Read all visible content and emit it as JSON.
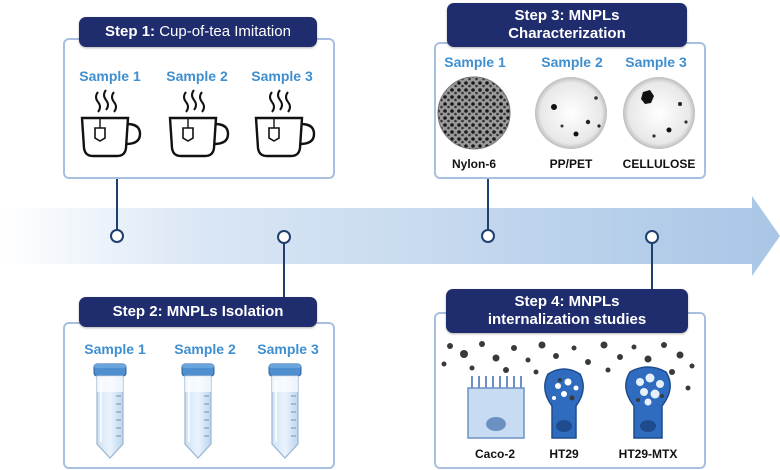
{
  "step1": {
    "title_bold": "Step 1:",
    "title_rest": " Cup-of-tea Imitation",
    "samples": [
      "Sample 1",
      "Sample 2",
      "Sample 3"
    ]
  },
  "step2": {
    "title": "Step 2: MNPLs Isolation",
    "samples": [
      "Sample 1",
      "Sample 2",
      "Sample 3"
    ]
  },
  "step3": {
    "title_line1": "Step 3: MNPLs",
    "title_line2": "Characterization",
    "samples": [
      "Sample 1",
      "Sample 2",
      "Sample 3"
    ],
    "materials": [
      "Nylon-6",
      "PP/PET",
      "CELLULOSE"
    ]
  },
  "step4": {
    "title_line1": "Step 4: MNPLs",
    "title_line2": "internalization studies",
    "cells": [
      "Caco-2",
      "HT29",
      "HT29-MTX"
    ]
  },
  "colors": {
    "title_bg": "#1f2d6e",
    "sample_label": "#3f8fd0",
    "panel_border": "#a9bfe0",
    "arrow": "#b9d0ea",
    "tube_cap": "#4f8fd0",
    "cell": "#2f6cc0"
  }
}
